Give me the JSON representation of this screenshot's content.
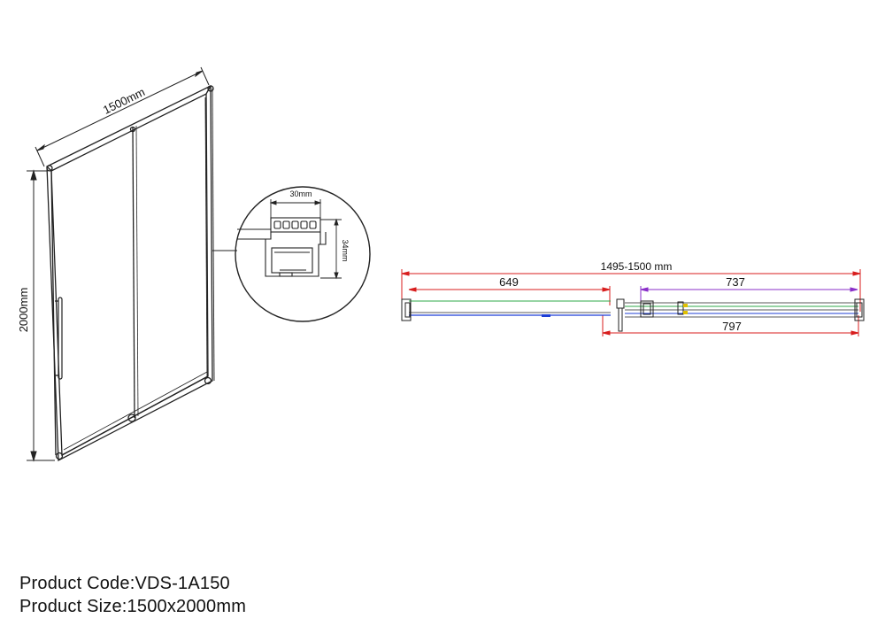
{
  "door_view": {
    "width_label": "1500mm",
    "height_label": "2000mm"
  },
  "profile_detail": {
    "width_label": "30mm",
    "height_label": "34mm"
  },
  "plan_view": {
    "overall_label": "1495-1500 mm",
    "left_panel_label": "649",
    "right_panel_label": "737",
    "bottom_label": "797",
    "colors": {
      "overall": "#d81e1e",
      "left": "#d81e1e",
      "right": "#8a2fc9",
      "bottom": "#d81e1e",
      "green": "#2fa84a",
      "blue": "#1f3fd6",
      "yellow": "#e0c000"
    }
  },
  "product": {
    "code_text": "Product Code:VDS-1A150",
    "size_text": "Product Size:1500x2000mm"
  }
}
